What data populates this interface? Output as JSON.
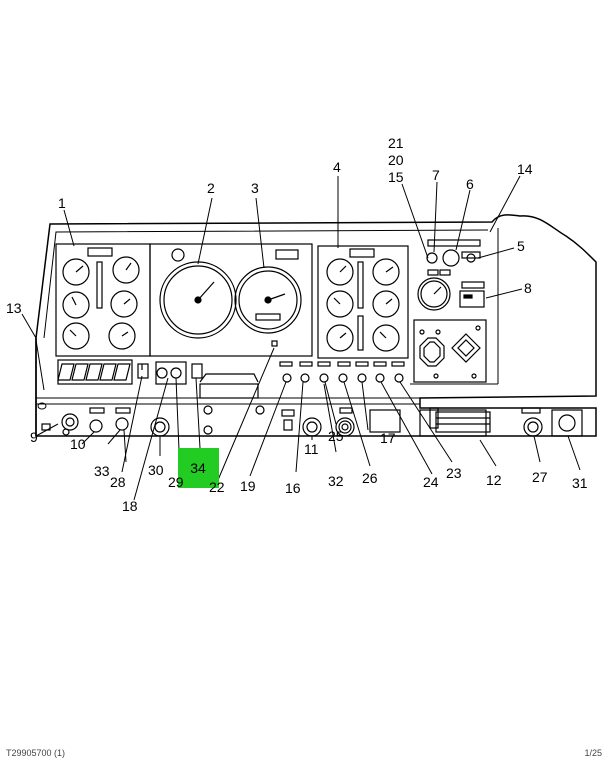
{
  "diagram": {
    "highlight_label": "34",
    "highlight_color": "#22cc22",
    "footer_left": "T29905700 (1)",
    "footer_right": "1/25",
    "callouts": [
      {
        "id": "c1",
        "text": "1"
      },
      {
        "id": "c2",
        "text": "2"
      },
      {
        "id": "c3",
        "text": "3"
      },
      {
        "id": "c4",
        "text": "4"
      },
      {
        "id": "c5",
        "text": "5"
      },
      {
        "id": "c6",
        "text": "6"
      },
      {
        "id": "c7",
        "text": "7"
      },
      {
        "id": "c8",
        "text": "8"
      },
      {
        "id": "c9",
        "text": "9"
      },
      {
        "id": "c10",
        "text": "10"
      },
      {
        "id": "c11",
        "text": "11"
      },
      {
        "id": "c12",
        "text": "12"
      },
      {
        "id": "c13",
        "text": "13"
      },
      {
        "id": "c14",
        "text": "14"
      },
      {
        "id": "c15",
        "text": "15"
      },
      {
        "id": "c16",
        "text": "16"
      },
      {
        "id": "c17",
        "text": "17"
      },
      {
        "id": "c18",
        "text": "18"
      },
      {
        "id": "c19",
        "text": "19"
      },
      {
        "id": "c20",
        "text": "20"
      },
      {
        "id": "c21",
        "text": "21"
      },
      {
        "id": "c22",
        "text": "22"
      },
      {
        "id": "c23",
        "text": "23"
      },
      {
        "id": "c24",
        "text": "24"
      },
      {
        "id": "c25",
        "text": "25"
      },
      {
        "id": "c26",
        "text": "26"
      },
      {
        "id": "c27",
        "text": "27"
      },
      {
        "id": "c28",
        "text": "28"
      },
      {
        "id": "c29",
        "text": "29"
      },
      {
        "id": "c30",
        "text": "30"
      },
      {
        "id": "c31",
        "text": "31"
      },
      {
        "id": "c32",
        "text": "32"
      },
      {
        "id": "c33",
        "text": "33"
      }
    ]
  }
}
